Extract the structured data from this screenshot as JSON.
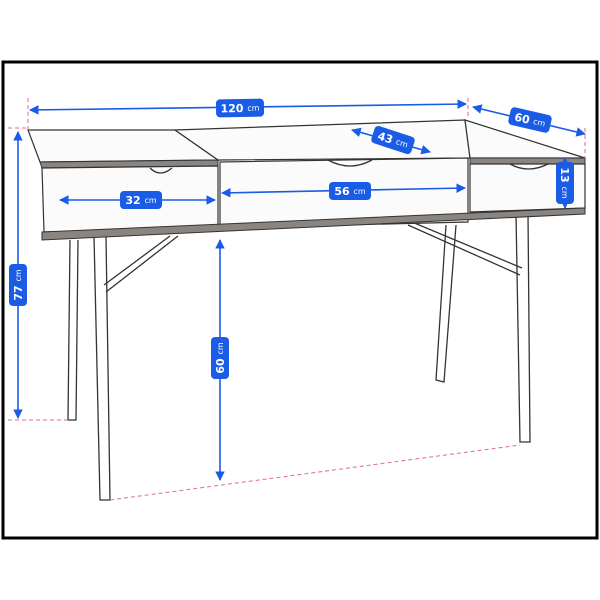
{
  "dimensions": {
    "width": {
      "value": "120",
      "unit": "cm"
    },
    "depth": {
      "value": "60",
      "unit": "cm"
    },
    "lid_depth": {
      "value": "43",
      "unit": "cm"
    },
    "center_drawer_width": {
      "value": "56",
      "unit": "cm"
    },
    "side_drawer_width": {
      "value": "32",
      "unit": "cm"
    },
    "drawer_height": {
      "value": "13",
      "unit": "cm"
    },
    "total_height": {
      "value": "77",
      "unit": "cm"
    },
    "legroom_height": {
      "value": "60",
      "unit": "cm"
    }
  },
  "colors": {
    "accent": "#1a5ce6",
    "guide": "#e06a8a"
  }
}
